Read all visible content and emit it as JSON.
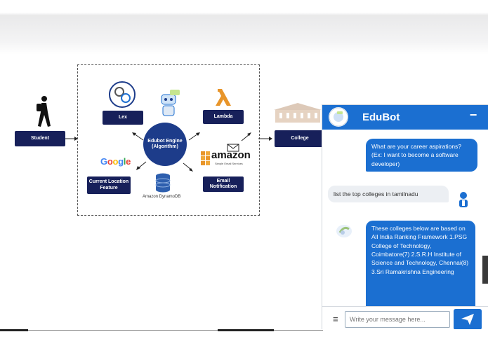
{
  "diagram": {
    "student_label": "Student",
    "lex_label": "Lex",
    "lambda_label": "Lambda",
    "engine_label": "Edubot Engine (Algorithm)",
    "location_label": "Current Location Feature",
    "dynamodb_label": "Amazon DynamoDB",
    "email_label": "Email Notification",
    "college_label": "College",
    "google_logo": "Google",
    "amazon_logo": "amazon",
    "amazon_sub": "Simple Email Services"
  },
  "chat": {
    "title": "EduBot",
    "minimize": "−",
    "messages": [
      {
        "from": "bot",
        "text": "What are your career aspirations? (Ex: I want to become a software developer)"
      },
      {
        "from": "user",
        "text": "list the top colleges in tamilnadu"
      },
      {
        "from": "bot",
        "text": "These colleges below are based on All India Ranking Framework 1.PSG College of Technology, Coimbatore(7) 2.S.R.H Institute of Science and Technology, Chennai(8) 3.Sri Ramakrishna Engineering"
      }
    ],
    "input_placeholder": "Write your message here...",
    "menu_icon": "≡"
  },
  "colors": {
    "chat_blue": "#1b6fd1",
    "node_navy": "#17205a",
    "engine_blue": "#1d3c8a"
  }
}
